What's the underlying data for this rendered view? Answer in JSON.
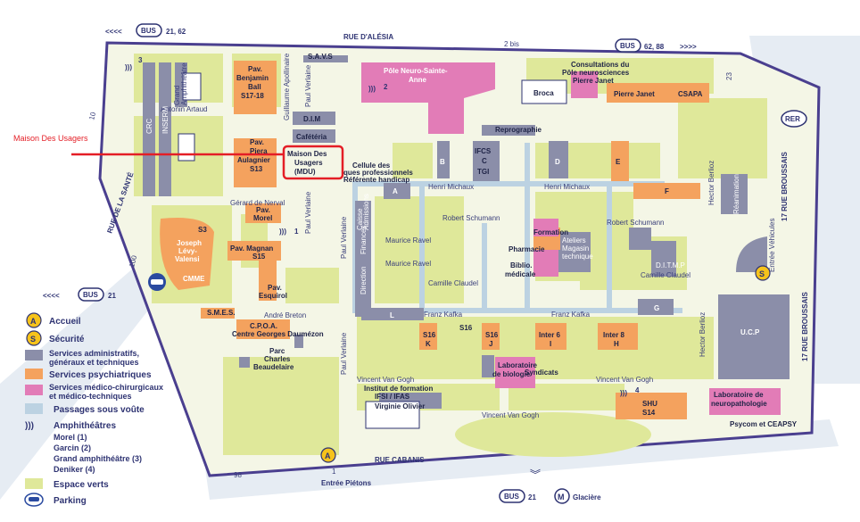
{
  "streets": {
    "alesia": "RUE D'ALÉSIA",
    "cabanis": "RUE CABANIS",
    "sante": "RUE DE LA SANTÉ",
    "broussais": "17 RUE BROUSSAIS",
    "broussais2": "17 RUE BROUSSAIS",
    "num_2bis": "2 bis",
    "num_23": "23",
    "num_10": "10",
    "num_100": "100",
    "num_1": "1",
    "num_98": "98",
    "entree_pietons": "Entrée Piétons",
    "entree_vehicules": "Entrée Véhicules"
  },
  "transit": {
    "bus_top_left": "21, 62",
    "bus_top_right": "62, 88",
    "bus_mid_left": "21",
    "bus_bottom": "21",
    "metro_station": "Glacière",
    "rer": "RER",
    "arrows_left": "<<<<",
    "arrows_right": ">>>>",
    "bus_word": "BUS",
    "metro_word": "M"
  },
  "highlight": {
    "label": "Maison Des Usagers",
    "color": "#e41e26"
  },
  "colors": {
    "green": "#dfe89a",
    "admin": "#8b8ea9",
    "psy": "#f4a25e",
    "medico": "#e27cb7",
    "passage": "#bcd2e2",
    "border": "#4a3f8f",
    "text": "#2e3372"
  },
  "buildings": {
    "savs": "S.A.V.S",
    "pole_neuro": [
      "Pôle Neuro-Sainte-",
      "Anne"
    ],
    "consultations": [
      "Consultations du",
      "Pôle neurosciences",
      "Pierre Janet"
    ],
    "broca": "Broca",
    "pierre_janet": "Pierre Janet",
    "csapa": "CSAPA",
    "pav_balint": [
      "Pav.",
      "Benjamin",
      "Ball",
      "S17-18"
    ],
    "antonin": "Antonin Artaud",
    "apollinaire": "Guillaume Apollinaire",
    "dim": "D.I.M",
    "cafeteria": "Cafétéria",
    "mdu": [
      "Maison Des",
      "Usagers",
      "(MDU)"
    ],
    "reprographie": "Reprographie",
    "cellule": [
      "Cellule des",
      "ques professionnels",
      "Référente handicap"
    ],
    "bldg_b": "B",
    "ifcs": [
      "IFCS",
      "C",
      "TGI"
    ],
    "bldg_d": "D",
    "bldg_e": "E",
    "bldg_f": "F",
    "bldg_a": "A",
    "henri_michaux_1": "Henri Michaux",
    "henri_michaux_2": "Henri Michaux",
    "pav_piera": [
      "Pav.",
      "Piera",
      "Aulagnier",
      "S13"
    ],
    "crc": "CRC",
    "inserm": "INSERM",
    "grand_amphi": [
      "Grand",
      "Amphithéâtre"
    ],
    "gerard": "Gérard de Nerval",
    "pav_morel": [
      "Pav.",
      "Morel"
    ],
    "s3": "S3",
    "joseph": [
      "Joseph",
      "Lévy-",
      "Valensi"
    ],
    "cmme": "CMME",
    "pav_magnan": [
      "Pav. Magnan",
      "S15"
    ],
    "pav_esquirol": [
      "Pav.",
      "Esquirol"
    ],
    "paul_verlaine": "Paul Verlaine",
    "robert_schumann_1": "Robert Schumann",
    "robert_schumann_2": "Robert Schumann",
    "maurice_ravel_1": "Maurice Ravel",
    "maurice_ravel_2": "Maurice Ravel",
    "formation": "Formation",
    "pharmacie": "Pharmacie",
    "biblio": [
      "Biblio.",
      "médicale"
    ],
    "ateliers": [
      "Ateliers",
      "Magasin",
      "technique"
    ],
    "ditmp": "D.I.T.M.P",
    "camille_1": "Camille Claudel",
    "camille_2": "Camille Claudel",
    "hector_berlioz": "Hector Berlioz",
    "reanimation": "Réanimation",
    "caisse": "Caisse",
    "admissions": "Admissions",
    "finances": "Finances",
    "direction": "Direction",
    "smes": "S.M.E.S.",
    "andre_breton": "André Breton",
    "cpoa": [
      "C.P.O.A.",
      "Centre Georges Daumézon"
    ],
    "bldg_l": "L",
    "franz_kafka_1": "Franz Kafka",
    "franz_kafka_2": "Franz Kafka",
    "bldg_g": "G",
    "s16": "S16",
    "s16k": [
      "S16",
      "K"
    ],
    "s16j": [
      "S16",
      "J"
    ],
    "inter6": [
      "Inter 6",
      "I"
    ],
    "inter8": [
      "Inter 8",
      "H"
    ],
    "ucp": "U.C.P",
    "parc": [
      "Parc",
      "Charles",
      "Beaudelaire"
    ],
    "vincent_1": "Vincent Van Gogh",
    "vincent_2": "Vincent Van Gogh",
    "vincent_3": "Vincent Van Gogh",
    "labo_bio": [
      "Laboratoire",
      "de biologie"
    ],
    "syndicats": "Syndicats",
    "institut": [
      "Institut de formation",
      "IFSI / IFAS"
    ],
    "virginie": "Virginie Olivier",
    "shu": [
      "SHU",
      "S14"
    ],
    "labo_neuro": [
      "Laboratoire de",
      "neuropathologie"
    ],
    "psycom": "Psycom et CEAPSY",
    "amphi_1": "1",
    "amphi_2": "2",
    "amphi_3": "3",
    "amphi_4": "4"
  },
  "legend": {
    "accueil": "Accueil",
    "accueil_letter": "A",
    "securite": "Sécurité",
    "securite_letter": "S",
    "admin": [
      "Services administratifs,",
      "généraux et techniques"
    ],
    "psy": "Services psychiatriques",
    "medico": [
      "Services médico-chirurgicaux",
      "et médico-techniques"
    ],
    "passages": "Passages sous voûte",
    "amphi_title": "Amphithéâtres",
    "amphi_items": [
      "Morel (1)",
      "Garcin (2)",
      "Grand amphithéâtre (3)",
      "Deniker (4)"
    ],
    "espace_verts": "Espace verts",
    "parking": "Parking"
  }
}
